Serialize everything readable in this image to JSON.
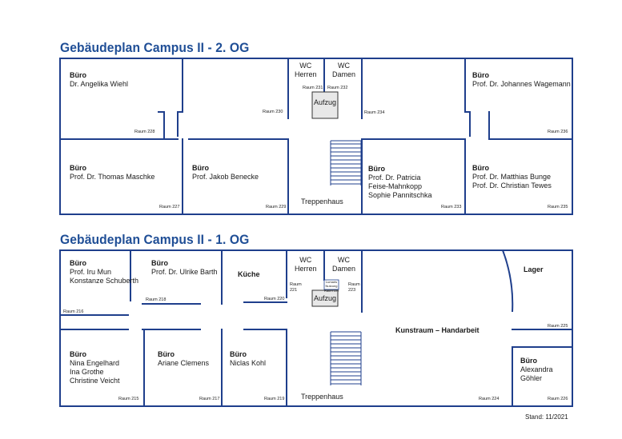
{
  "floor2": {
    "title": "Gebäudeplan Campus II - 2. OG",
    "rooms": {
      "r228": {
        "type": "Büro",
        "people": [
          "Dr. Angelika Wiehl"
        ],
        "raum": "Raum 228"
      },
      "r230": {
        "raum": "Raum 230"
      },
      "r231": {
        "raum": "Raum 231"
      },
      "r232": {
        "raum": "Raum 232"
      },
      "r234": {
        "raum": "Raum 234"
      },
      "r236": {
        "type": "Büro",
        "people": [
          "Prof. Dr. Johannes Wagemann"
        ],
        "raum": "Raum 236"
      },
      "r227": {
        "type": "Büro",
        "people": [
          "Prof. Dr. Thomas Maschke"
        ],
        "raum": "Raum 227"
      },
      "r229": {
        "type": "Büro",
        "people": [
          "Prof. Jakob Benecke"
        ],
        "raum": "Raum 229"
      },
      "r233": {
        "type": "Büro",
        "people": [
          "Prof. Dr. Patricia",
          "Feise-Mahnkopp",
          "Sophie Pannitschka"
        ],
        "raum": "Raum 233"
      },
      "r235": {
        "type": "Büro",
        "people": [
          "Prof. Dr. Matthias Bunge",
          "Prof. Dr. Christian Tewes"
        ],
        "raum": "Raum 235"
      }
    },
    "wc_herren": [
      "WC",
      "Herren"
    ],
    "wc_damen": [
      "WC",
      "Damen"
    ],
    "aufzug": "Aufzug",
    "treppenhaus": "Treppenhaus"
  },
  "floor1": {
    "title": "Gebäudeplan Campus II - 1. OG",
    "rooms": {
      "r216": {
        "type": "Büro",
        "people": [
          "Prof. Iru Mun",
          "Konstanze Schuberth"
        ],
        "raum": "Raum 216"
      },
      "r218": {
        "type": "Büro",
        "people": [
          "Prof. Dr. Ulrike Barth"
        ],
        "raum": "Raum 218"
      },
      "r220": {
        "name": "Küche",
        "raum": "Raum 220"
      },
      "r221": {
        "raum": [
          "Raum",
          "221"
        ]
      },
      "r223": {
        "raum": [
          "Raum",
          "223"
        ]
      },
      "r222": {
        "raum": "Raum 222"
      },
      "r215": {
        "type": "Büro",
        "people": [
          "Nina Engelhard",
          "Ina Grothe",
          "Christine Veicht"
        ],
        "raum": "Raum 215"
      },
      "r217": {
        "type": "Büro",
        "people": [
          "Ariane Clemens"
        ],
        "raum": "Raum 217"
      },
      "r219": {
        "type": "Büro",
        "people": [
          "Niclas Kohl"
        ],
        "raum": "Raum 219"
      },
      "r224": {
        "name": "Kunstraum – Handarbeit",
        "raum": "Raum 224"
      },
      "r225": {
        "name": "Lager",
        "raum": "Raum 225"
      },
      "r226": {
        "type": "Büro",
        "people": [
          "Alexandra",
          "Göhler"
        ],
        "raum": "Raum 226"
      }
    },
    "wc_herren": [
      "WC",
      "Herren"
    ],
    "wc_damen": [
      "WC",
      "Damen"
    ],
    "aufzug": "Aufzug",
    "treppenhaus": "Treppenhaus",
    "small_label": [
      "Lumaris",
      "Nutzung"
    ]
  },
  "footer": "Stand: 11/2021",
  "colors": {
    "wall": "#1f3f8c",
    "title": "#1f4e96",
    "aufzug": "#e8e8e8"
  }
}
